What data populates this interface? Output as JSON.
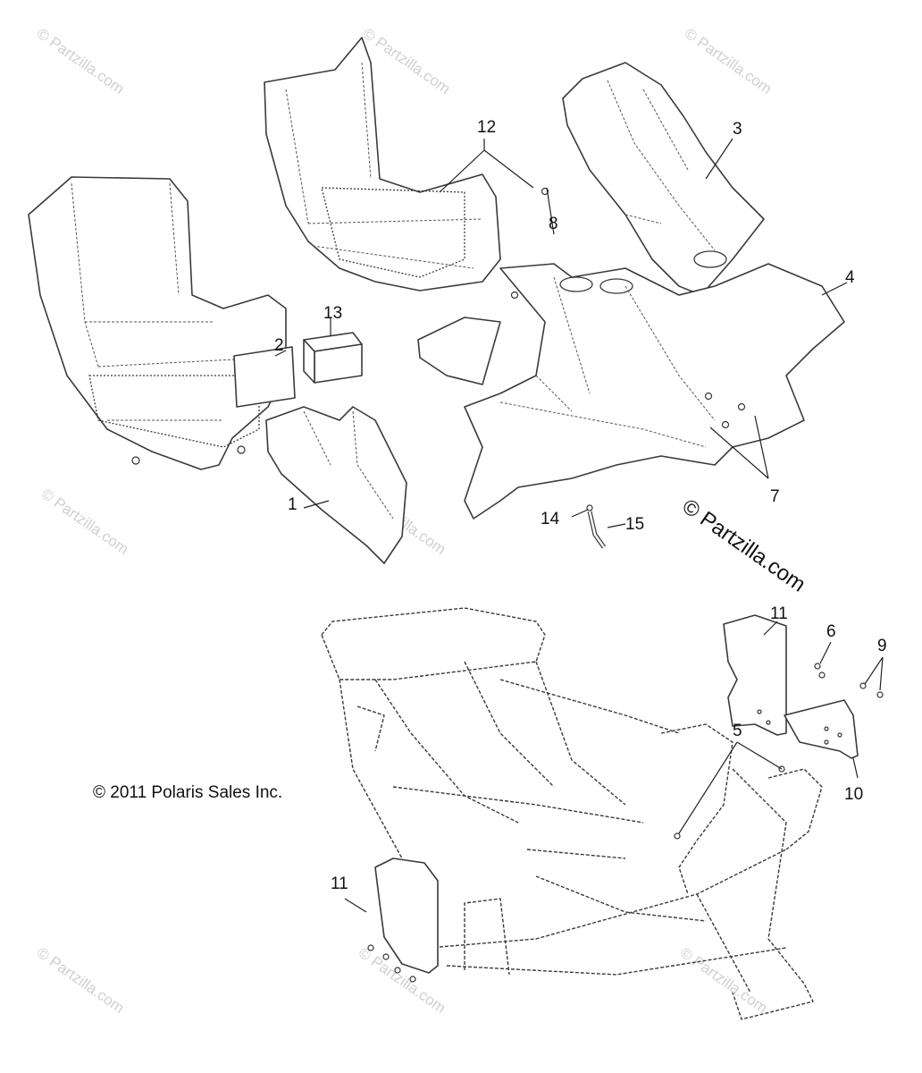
{
  "callouts": {
    "c1": "1",
    "c2": "2",
    "c3": "3",
    "c4": "4",
    "c5": "5",
    "c6": "6",
    "c7": "7",
    "c8": "8",
    "c9": "9",
    "c10": "10",
    "c11a": "11",
    "c11b": "11",
    "c12": "12",
    "c13": "13",
    "c14": "14",
    "c15": "15"
  },
  "copyright": "© 2011 Polaris Sales Inc.",
  "site_mark": "© Partzilla.com",
  "watermark": "© Partzilla.com"
}
